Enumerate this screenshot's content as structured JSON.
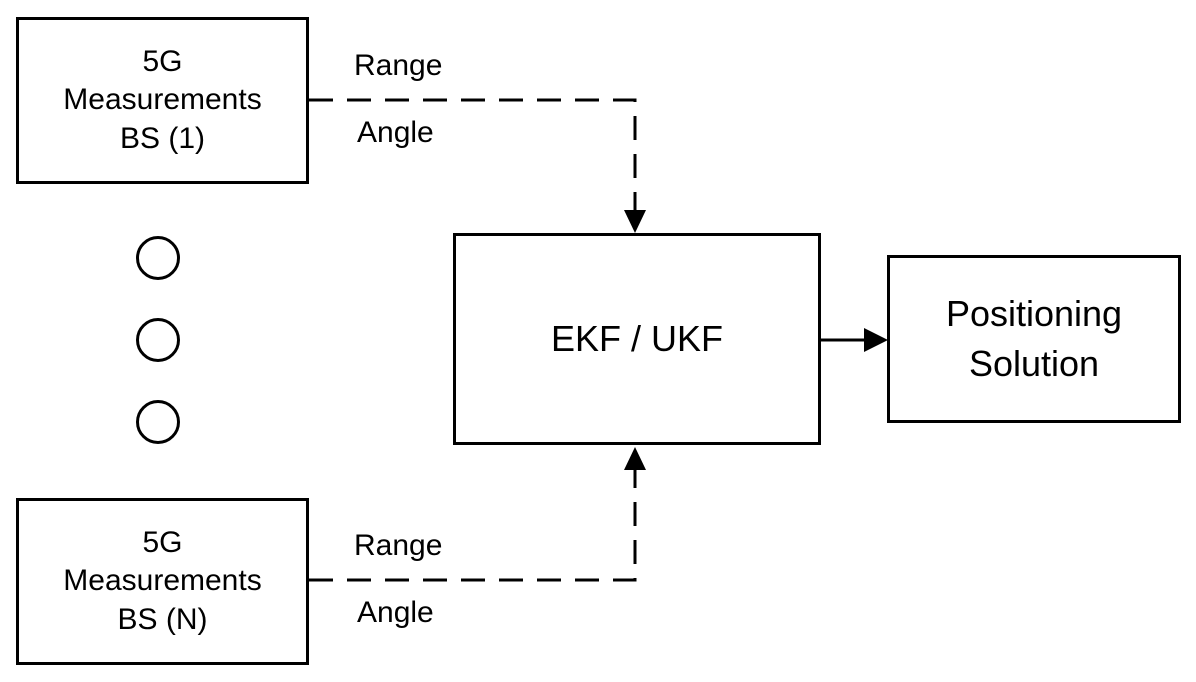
{
  "boxes": {
    "bs1": {
      "lines": [
        "5G",
        "Measurements",
        "BS (1)"
      ]
    },
    "bsn": {
      "lines": [
        "5G",
        "Measurements",
        "BS (N)"
      ]
    },
    "filter": {
      "label": "EKF / UKF"
    },
    "solution": {
      "lines": [
        "Positioning",
        "Solution"
      ]
    }
  },
  "edges": {
    "top": {
      "label_above": "Range",
      "label_below": "Angle"
    },
    "bottom": {
      "label_above": "Range",
      "label_below": "Angle"
    }
  },
  "ellipsis_dot_count": 3,
  "colors": {
    "stroke": "#000000",
    "background": "#ffffff"
  }
}
